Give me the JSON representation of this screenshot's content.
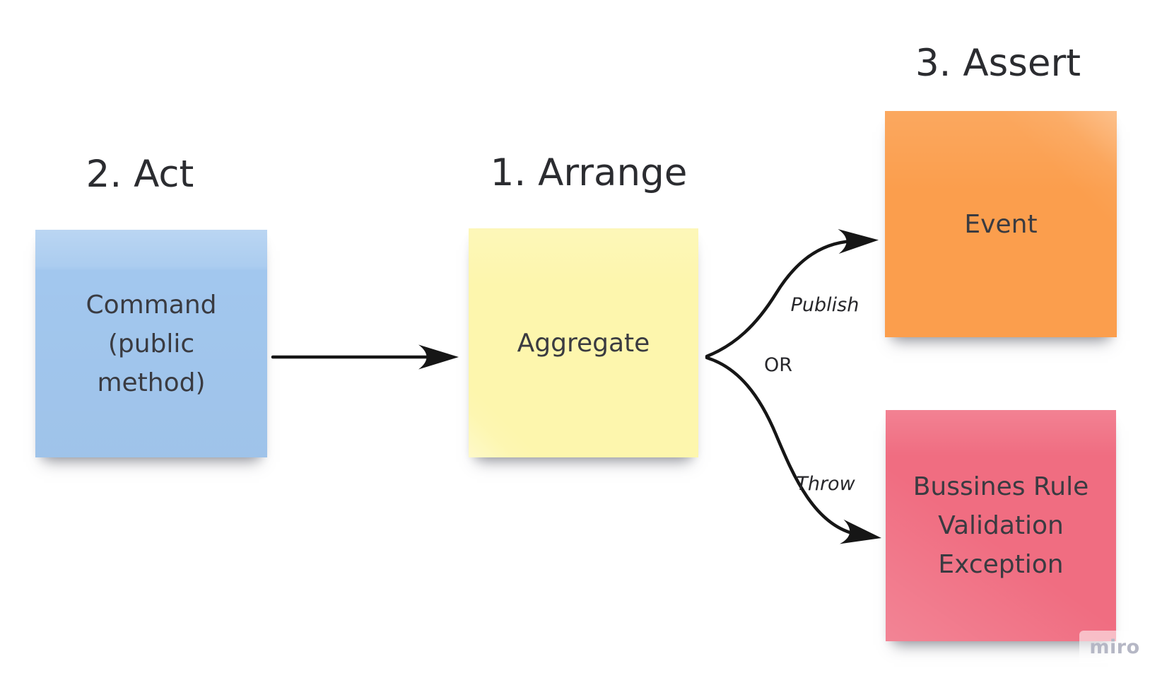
{
  "headings": {
    "arrange": "1. Arrange",
    "act": "2. Act",
    "assert": "3. Assert"
  },
  "notes": {
    "command": {
      "lines": [
        "Command",
        "(public",
        "method)"
      ],
      "color": "#a2c7ee"
    },
    "aggregate": {
      "lines": [
        "Aggregate"
      ],
      "color": "#fdf6ad"
    },
    "event": {
      "lines": [
        "Event"
      ],
      "color": "#fb9e4d"
    },
    "exception": {
      "lines": [
        "Bussines Rule",
        "Validation",
        "Exception"
      ],
      "color": "#f06d81"
    }
  },
  "connectors": {
    "publish_label": "Publish",
    "or_label": "OR",
    "throw_label": "Throw",
    "stroke_color": "#161616"
  },
  "watermark": "miro"
}
